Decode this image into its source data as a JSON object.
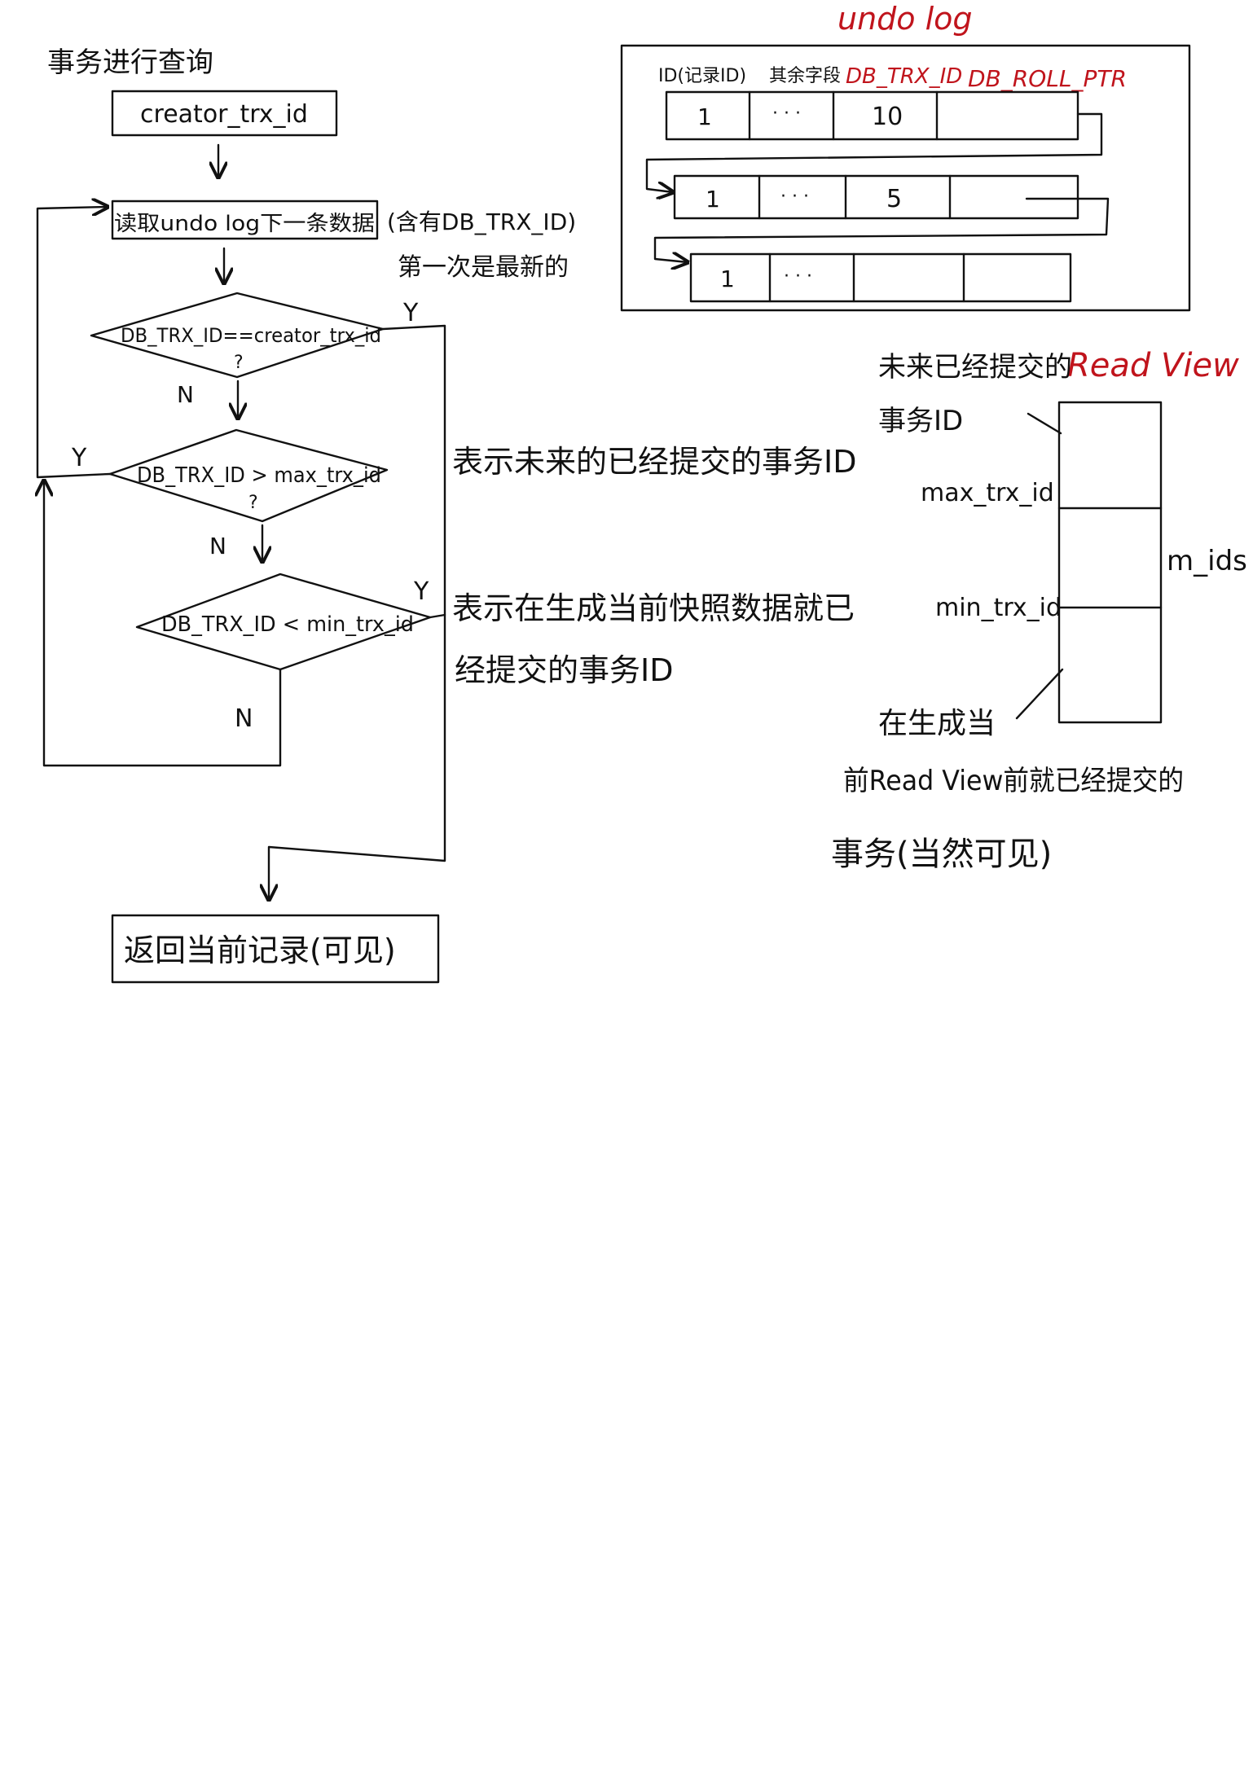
{
  "flow": {
    "title": "事务进行查询",
    "start_box": "creator_trx_id",
    "read_box": "读取undo log下一条数据",
    "read_note_1": "(含有DB_TRX_ID)",
    "read_note_2": "第一次是最新的",
    "cond1": "DB_TRX_ID==creator_trx_id",
    "cond1_q": "?",
    "cond1_y": "Y",
    "cond1_n": "N",
    "cond2": "DB_TRX_ID > max_trx_id",
    "cond2_q": "?",
    "cond2_y": "Y",
    "cond2_n": "N",
    "cond2_note": "表示未来的已经提交的事务ID",
    "cond3": "DB_TRX_ID < min_trx_id",
    "cond3_y": "Y",
    "cond3_n": "N",
    "cond3_note_1": "表示在生成当前快照数据就已",
    "cond3_note_2": "经提交的事务ID",
    "end_box": "返回当前记录(可见)"
  },
  "undo_log": {
    "title": "undo log",
    "col_id": "ID(记录ID)",
    "col_other": "其余字段",
    "col_trx": "DB_TRX_ID",
    "col_roll": "DB_ROLL_PTR",
    "rows": [
      [
        "1",
        "· · ·",
        "10",
        ""
      ],
      [
        "1",
        "· · ·",
        "5",
        ""
      ],
      [
        "1",
        "· · ·",
        "",
        ""
      ]
    ]
  },
  "read_view": {
    "title": "Read View",
    "future_label_1": "未来已经提交的",
    "future_label_2": "事务ID",
    "max_label": "max_trx_id",
    "min_label": "min_trx_id",
    "mids_label": "m_ids",
    "past_label_1": "在生成当",
    "past_label_2": "前Read View前就已经提交的",
    "past_label_3": "事务(当然可见)"
  }
}
